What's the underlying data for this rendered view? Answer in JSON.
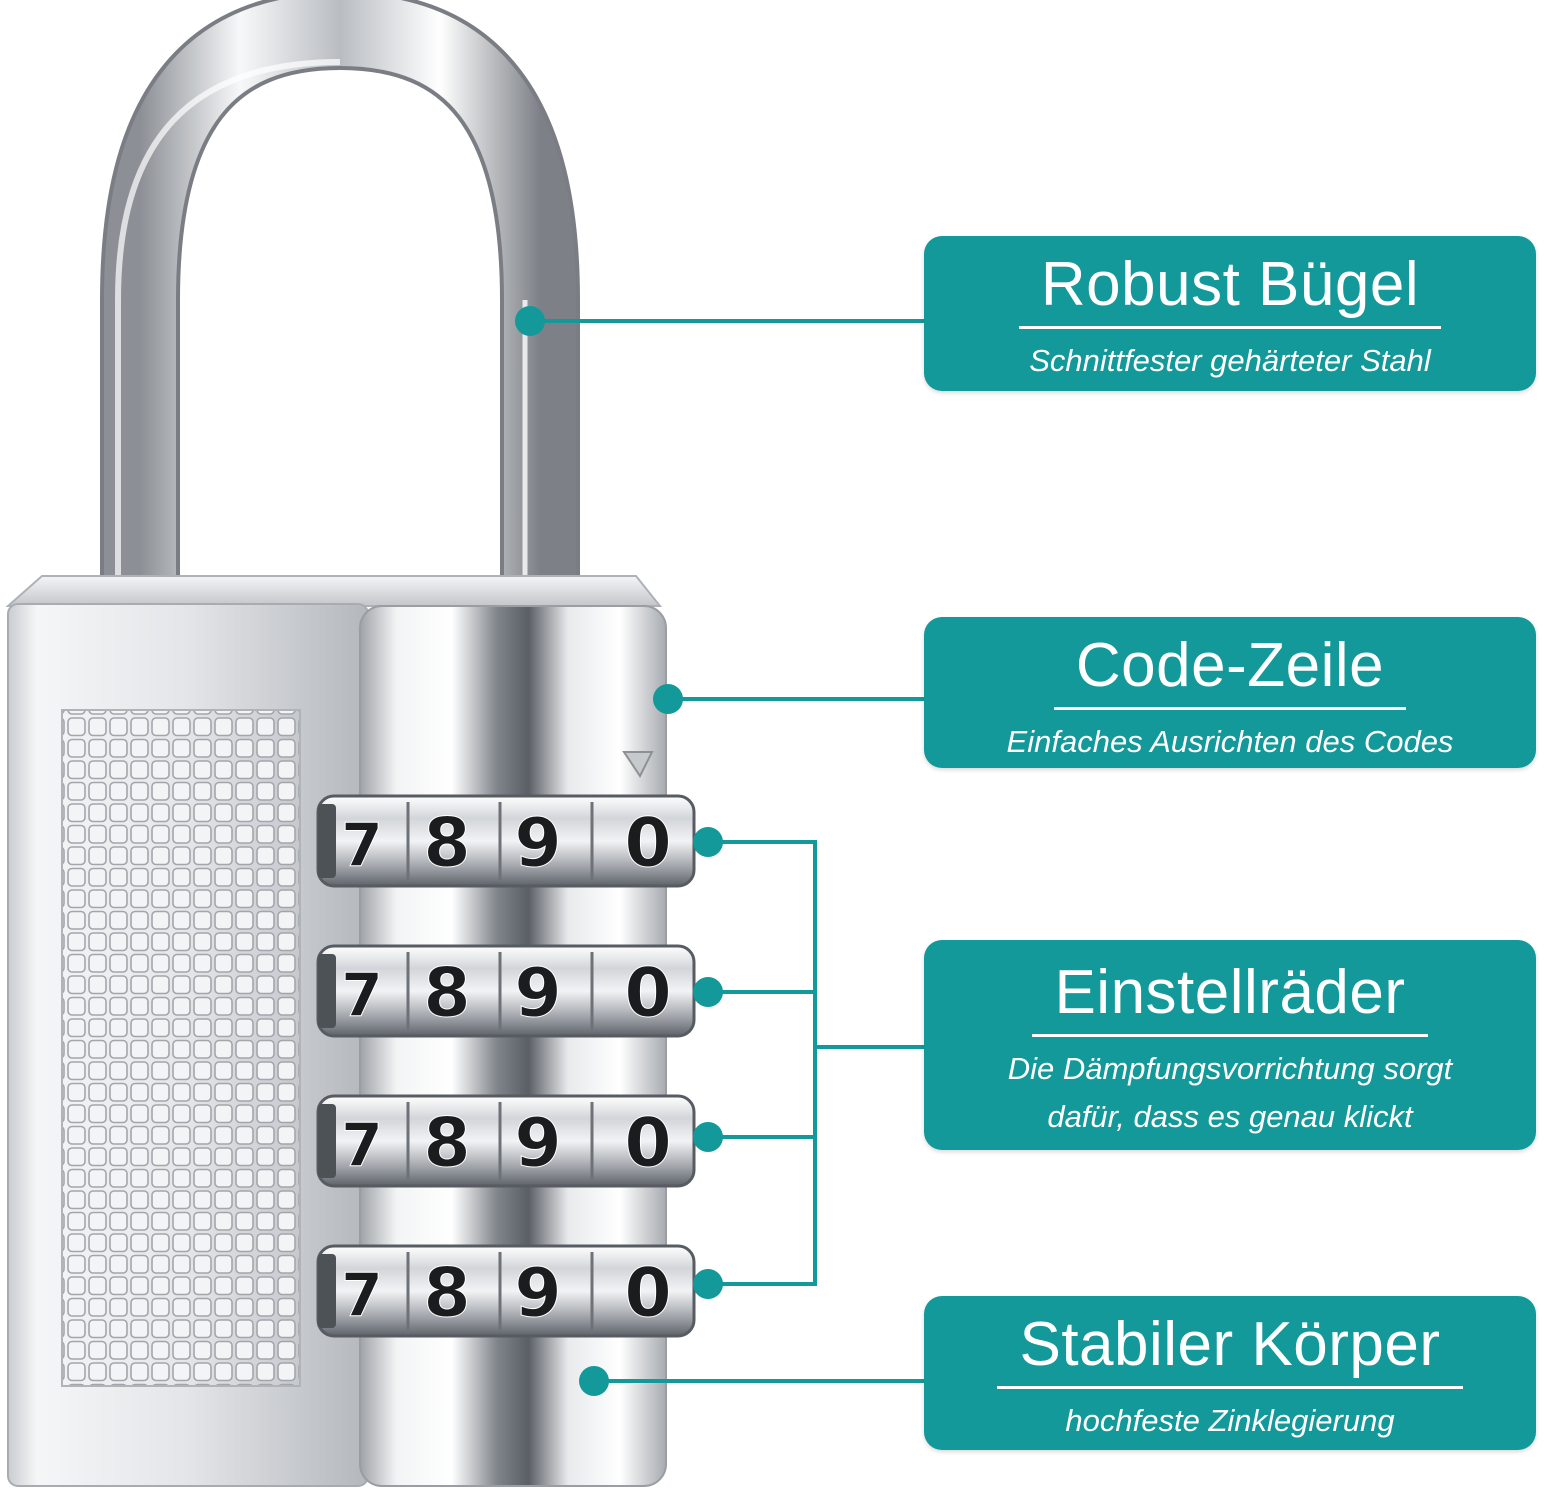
{
  "colors": {
    "accent": "#13999a",
    "chrome_light": "#f4f5f7",
    "chrome_mid": "#c6cace",
    "chrome_dark": "#6e7379",
    "digit": "#1b1c1e"
  },
  "lock": {
    "dial_digits": [
      "7",
      "8",
      "9",
      "0"
    ],
    "dial_count": 4
  },
  "callouts": [
    {
      "title": "Robust Bügel",
      "desc": [
        "Schnittfester gehärteter Stahl"
      ]
    },
    {
      "title": "Code-Zeile",
      "desc": [
        "Einfaches Ausrichten des Codes"
      ]
    },
    {
      "title": "Einstellräder",
      "desc": [
        "Die Dämpfungsvorrichtung sorgt",
        "dafür, dass es genau klickt"
      ]
    },
    {
      "title": "Stabiler Körper",
      "desc": [
        "hochfeste Zinklegierung"
      ]
    }
  ]
}
